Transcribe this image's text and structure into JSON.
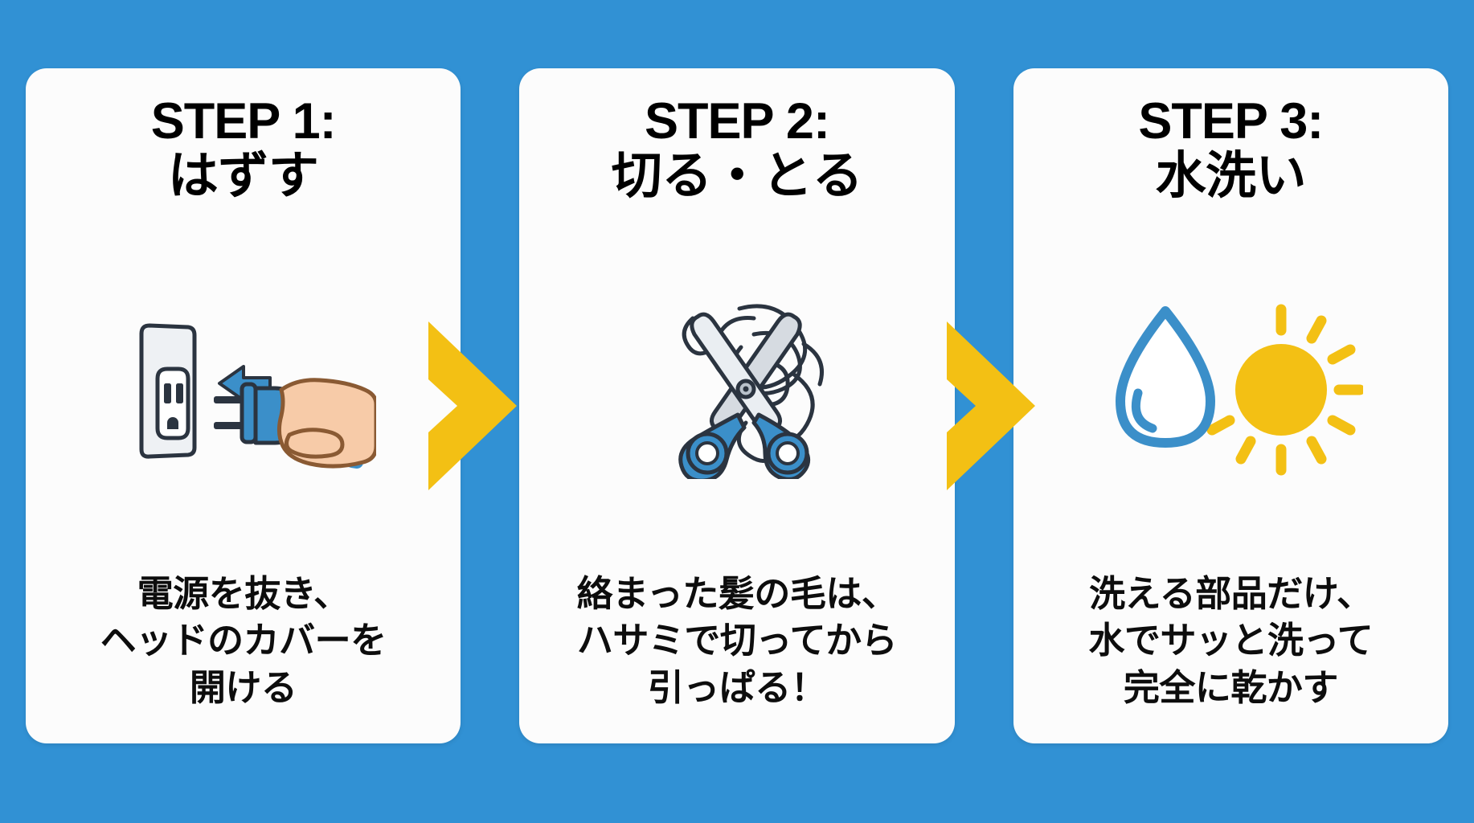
{
  "page": {
    "background_color": "#3191d4",
    "card_background_color": "#fcfcfc",
    "arrow_color": "#f3c014",
    "accent_blue": "#3b8fc9",
    "text_color": "#000000"
  },
  "steps": [
    {
      "title_en": "STEP 1:",
      "title_jp": "はずす",
      "icon": "outlet-plug-hand-icon",
      "caption_lines": [
        "電源を抜き、",
        "ヘッドのカバーを",
        "開ける"
      ]
    },
    {
      "title_en": "STEP 2:",
      "title_jp": "切る・とる",
      "icon": "scissors-tangled-hair-icon",
      "caption_lines": [
        "絡まった髪の毛は、",
        "ハサミで切ってから",
        "引っぱる！"
      ]
    },
    {
      "title_en": "STEP 3:",
      "title_jp": "水洗い",
      "icon": "water-drop-sun-icon",
      "caption_lines": [
        "洗える部品だけ、",
        "水でサッと洗って",
        "完全に乾かす"
      ]
    }
  ],
  "arrows": [
    {
      "name": "arrow-step1-to-step2",
      "glyph": "chevron-right"
    },
    {
      "name": "arrow-step2-to-step3",
      "glyph": "chevron-right"
    }
  ]
}
